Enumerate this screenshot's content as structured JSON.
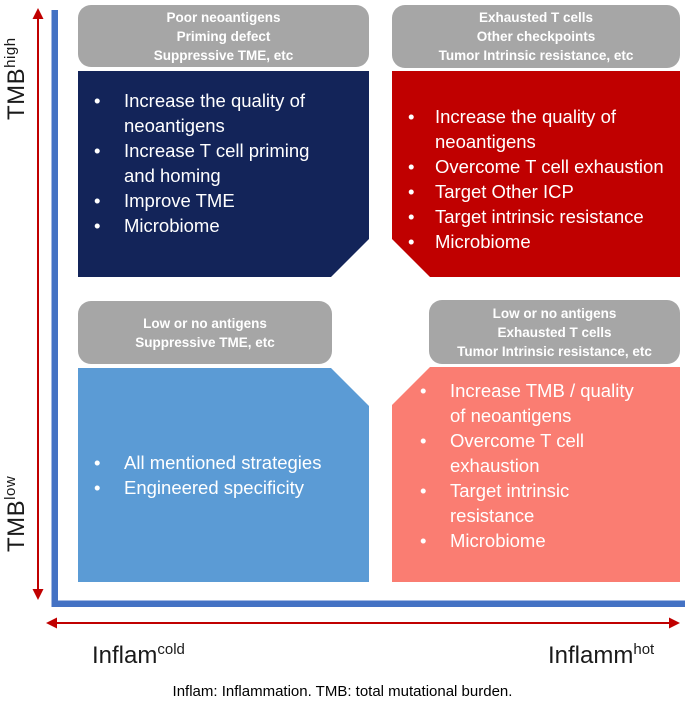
{
  "figure": {
    "footnote": "Inflam: Inflammation. TMB: total mutational burden.",
    "bullet_char": "•",
    "axes": {
      "y_top_label": {
        "base": "TMB",
        "sup": "high"
      },
      "y_bottom_label": {
        "base": "TMB",
        "sup": "low"
      },
      "x_left_label": {
        "base": "Inflam",
        "sup": "cold"
      },
      "x_right_label": {
        "base": "Inflamm",
        "sup": "hot"
      }
    },
    "quadrants": {
      "tl": {
        "header": [
          "Poor neoantigens",
          "Priming defect",
          "Suppressive TME, etc"
        ],
        "items": [
          "Increase the quality of neoantigens",
          "Increase T cell priming and homing",
          "Improve TME",
          "Microbiome"
        ]
      },
      "tr": {
        "header": [
          "Exhausted T cells",
          "Other checkpoints",
          "Tumor Intrinsic resistance, etc"
        ],
        "items": [
          "Increase the quality of neoantigens",
          "Overcome T cell exhaustion",
          "Target Other ICP",
          "Target intrinsic resistance",
          "Microbiome"
        ]
      },
      "bl": {
        "header": [
          "Low or no antigens",
          "Suppressive TME, etc"
        ],
        "items": [
          "All mentioned strategies",
          "Engineered specificity"
        ]
      },
      "br": {
        "header": [
          "Low or no antigens",
          "Exhausted T cells",
          "Tumor Intrinsic resistance, etc"
        ],
        "items": [
          "Increase TMB / quality of neoantigens",
          "Overcome T cell exhaustion",
          "Target intrinsic resistance",
          "Microbiome"
        ]
      }
    },
    "colors": {
      "header_gray": "#A6A6A6",
      "quadrant_navy": "#132459",
      "quadrant_red": "#C00000",
      "quadrant_light_blue": "#5B9BD5",
      "quadrant_salmon": "#FA7D72",
      "axis_line_blue": "#4472C4",
      "arrow_red": "#C00000",
      "box_text_white": "#FFFFFF",
      "label_text_black": "#1A1A1A"
    }
  }
}
